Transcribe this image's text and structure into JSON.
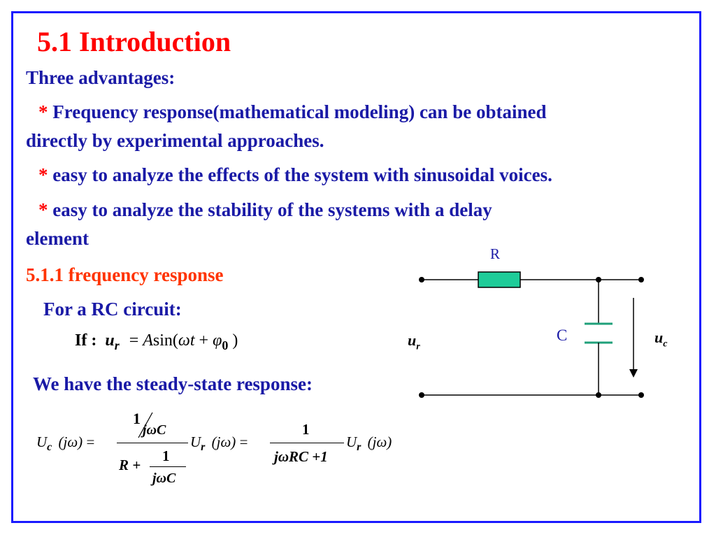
{
  "slide": {
    "title": "5.1  Introduction",
    "advantages_heading": "Three advantages:",
    "bullets": [
      {
        "star": "*",
        "line1": " Frequency response(mathematical modeling) can be obtained",
        "line2": "directly by experimental approaches."
      },
      {
        "star": "*",
        "line1": " easy to analyze the effects of the system with sinusoidal voices.",
        "line2": ""
      },
      {
        "star": "*",
        "line1": " easy to analyze the stability of the systems with a delay",
        "line2": "element"
      }
    ],
    "subsection": "5.1.1 frequency response",
    "rc_intro": "For a RC circuit:",
    "steady_state": "We have the steady-state response:"
  },
  "eq1": {
    "if": "If :",
    "lhs": "u",
    "lhs_sub": "r",
    "eq": "=",
    "A": "A",
    "sin": "sin(",
    "omega_t": "ωt",
    "plus": "+",
    "phi": "φ",
    "phi_sub": "0",
    "close": ")"
  },
  "eq2": {
    "Uc": "U",
    "Uc_sub": "c",
    "arg1": "(jω)",
    "eq1": "=",
    "num_top": "1",
    "num_bottom": "jωC",
    "den_R": "R +",
    "den_num": "1",
    "den_den": "jωC",
    "Ur1": "U",
    "Ur1_sub": "r",
    "arg2": "(jω)",
    "eq2": "=",
    "frac2_num": "1",
    "frac2_den": "jωRC +1",
    "Ur2": "U",
    "Ur2_sub": "r",
    "arg3": "(jω)"
  },
  "circuit": {
    "R_label": "R",
    "C_label": "C",
    "ur": "u",
    "ur_sub": "r",
    "uc": "u",
    "uc_sub": "c",
    "resistor_color": "#1fcc99"
  },
  "colors": {
    "border": "#1a1aff",
    "title": "#ff0000",
    "text": "#1a1aa6",
    "subsection": "#ff3300"
  }
}
